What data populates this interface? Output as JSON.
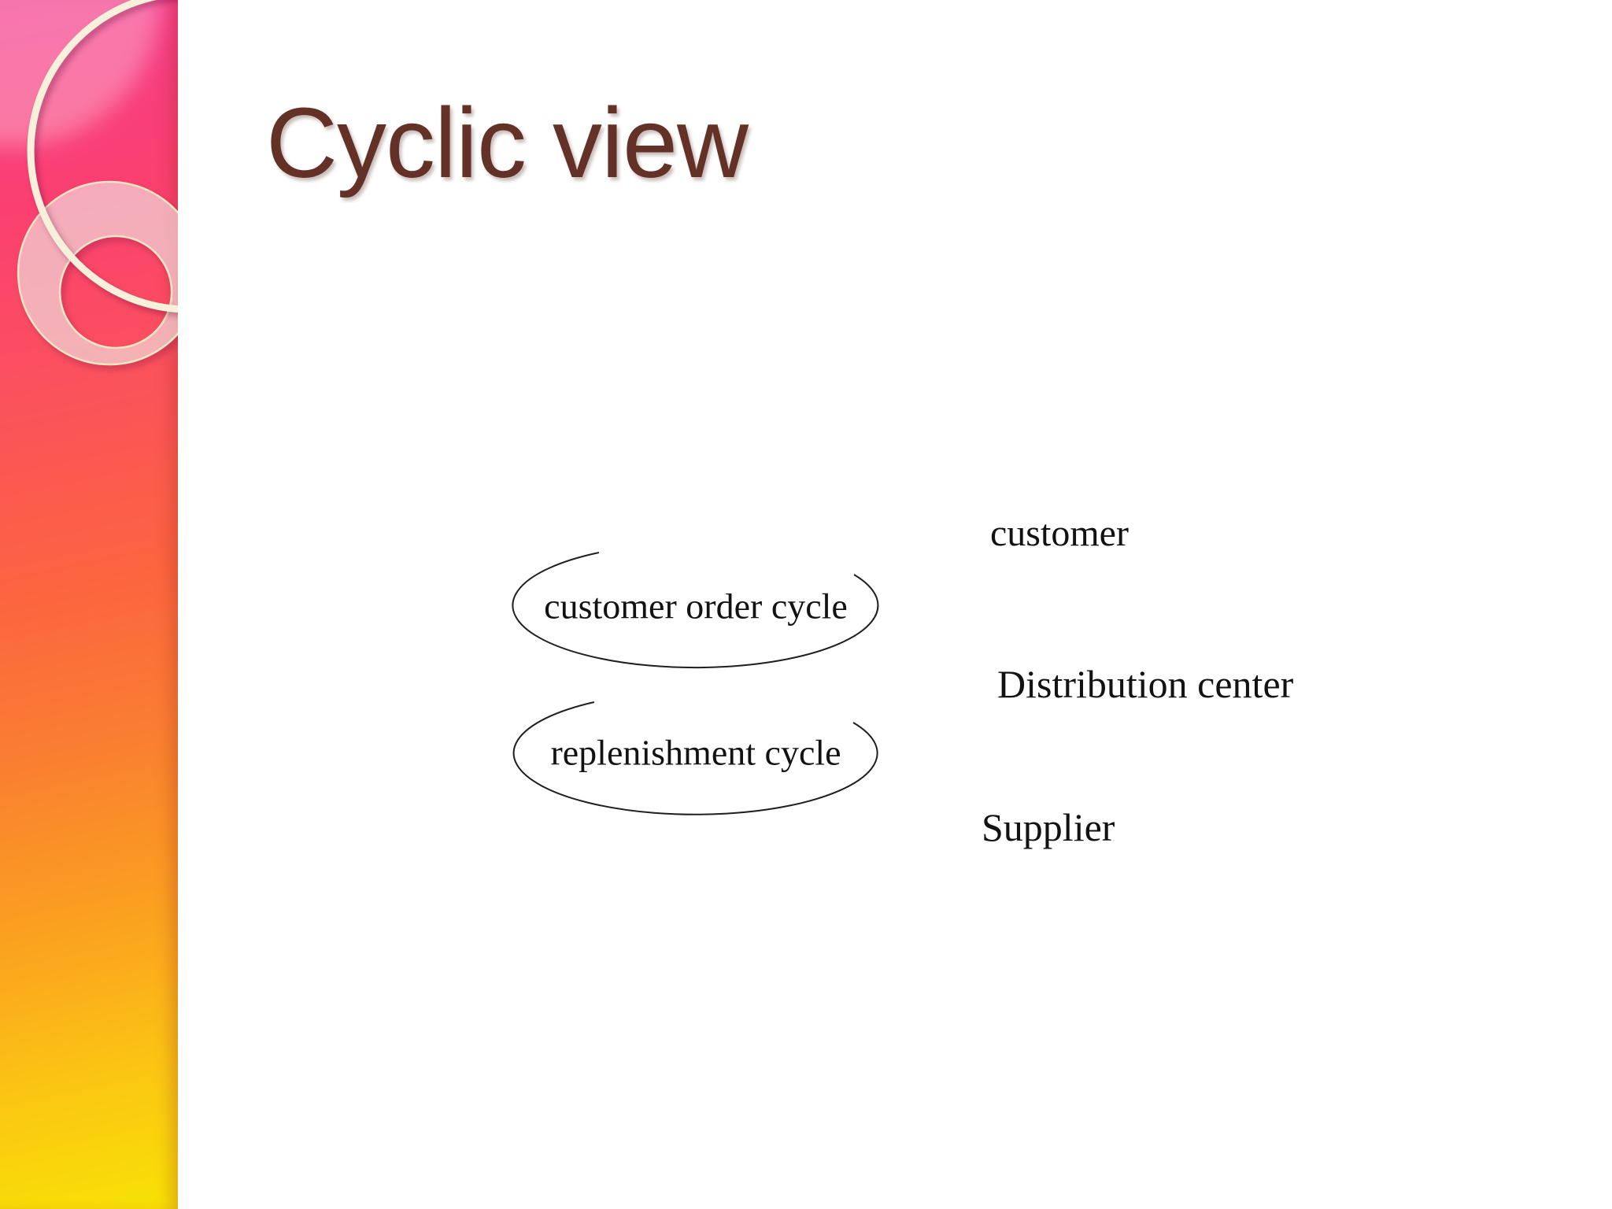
{
  "slide": {
    "title": "Cyclic view"
  },
  "diagram": {
    "cycles": [
      {
        "label": "customer order cycle"
      },
      {
        "label": "replenishment cycle"
      }
    ],
    "entities": [
      {
        "label": "customer"
      },
      {
        "label": "Distribution center"
      },
      {
        "label": "Supplier"
      }
    ]
  },
  "colors": {
    "title_text": "#643127",
    "diagram_text": "#121212",
    "oval_stroke": "#1f1f1f",
    "ornament_cream": "#f6efd9",
    "sidebar_gradient": [
      "#f43b8d",
      "#fb4070",
      "#fb4f60",
      "#fc6440",
      "#fa8030",
      "#fba21f",
      "#fbc513",
      "#f8e205"
    ]
  }
}
